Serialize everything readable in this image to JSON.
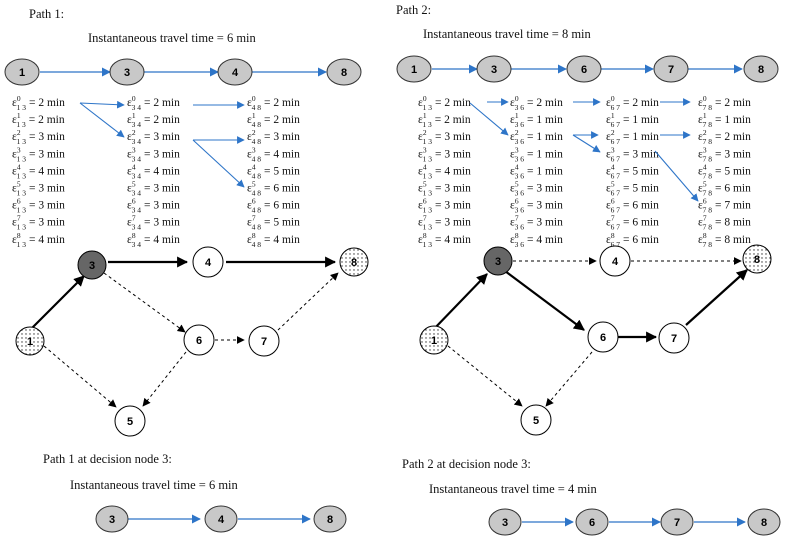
{
  "path1": {
    "title": "Path 1:",
    "travel_time": "Instantaneous travel time = 6 min",
    "chain": [
      "1",
      "3",
      "4",
      "8"
    ],
    "tables": [
      {
        "sub": "1 3",
        "values": [
          "2 min",
          "2 min",
          "3 min",
          "3 min",
          "4 min",
          "3 min",
          "3 min",
          "3 min",
          "4 min"
        ]
      },
      {
        "sub": "3 4",
        "values": [
          "2 min",
          "2 min",
          "3 min",
          "3 min",
          "4 min",
          "3 min",
          "3 min",
          "3 min",
          "4 min"
        ]
      },
      {
        "sub": "4 8",
        "values": [
          "2 min",
          "2 min",
          "3 min",
          "4 min",
          "5 min",
          "6 min",
          "6 min",
          "5 min",
          "4 min"
        ]
      }
    ],
    "network_nodes": [
      "3",
      "4",
      "8",
      "1",
      "6",
      "7",
      "5"
    ],
    "decision_title": "Path 1 at decision node 3:",
    "decision_travel_time": "Instantaneous travel time = 6 min",
    "decision_chain": [
      "3",
      "4",
      "8"
    ]
  },
  "path2": {
    "title": "Path 2:",
    "travel_time": "Instantaneous travel time = 8 min",
    "chain": [
      "1",
      "3",
      "6",
      "7",
      "8"
    ],
    "tables": [
      {
        "sub": "1 3",
        "values": [
          "2 min",
          "2 min",
          "3 min",
          "3 min",
          "4 min",
          "3 min",
          "3 min",
          "3 min",
          "4 min"
        ]
      },
      {
        "sub": "3 6",
        "values": [
          "2 min",
          "1 min",
          "1 min",
          "1 min",
          "1 min",
          "3 min",
          "3 min",
          "3 min",
          "4 min"
        ]
      },
      {
        "sub": "6 7",
        "values": [
          "2 min",
          "1 min",
          "1 min",
          "3 min",
          "5 min",
          "5 min",
          "6 min",
          "6 min",
          "6 min"
        ]
      },
      {
        "sub": "7 8",
        "values": [
          "2 min",
          "1 min",
          "2 min",
          "3 min",
          "5 min",
          "6 min",
          "7 min",
          "8 min",
          "8 min"
        ]
      }
    ],
    "network_nodes": [
      "3",
      "4",
      "8",
      "1",
      "6",
      "7",
      "5"
    ],
    "decision_title": "Path 2 at decision node 3:",
    "decision_travel_time": "Instantaneous travel time = 4 min",
    "decision_chain": [
      "3",
      "6",
      "7",
      "8"
    ]
  },
  "epsilon_symbol": "ε",
  "colors": {
    "arrow_blue": "#2e75c8",
    "node_gray": "#c8c8c8",
    "decision_node": "#666666"
  }
}
